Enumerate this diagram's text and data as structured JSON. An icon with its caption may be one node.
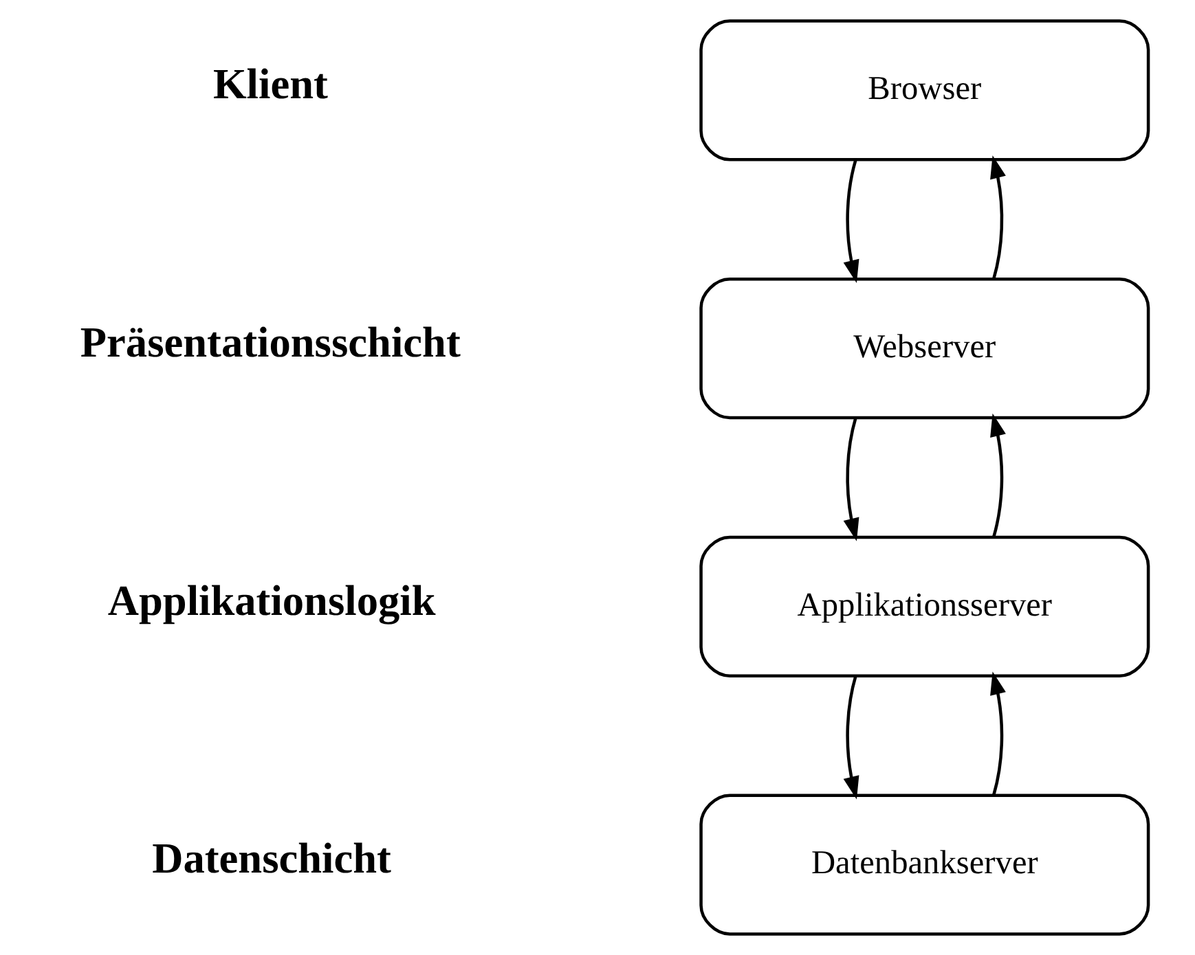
{
  "diagram": {
    "nodes": [
      {
        "text": [
          "Browser"
        ]
      },
      {
        "text": [
          "Webserver"
        ]
      },
      {
        "text": [
          "Applikationsserver"
        ]
      },
      {
        "text": [
          "Datenbankserver"
        ]
      }
    ],
    "edges": [
      {
        "from": 0,
        "to": 1,
        "arrow": "to"
      },
      {
        "from": 1,
        "to": 0,
        "arrow": "to"
      },
      {
        "from": 1,
        "to": 2,
        "arrow": "to"
      },
      {
        "from": 2,
        "to": 1,
        "arrow": "to"
      },
      {
        "from": 2,
        "to": 3,
        "arrow": "to"
      },
      {
        "from": 3,
        "to": 2,
        "arrow": "to"
      }
    ],
    "labels": [
      "Klient",
      "Präsentationsschicht",
      "Applikationslogik",
      "Datenschicht"
    ]
  }
}
